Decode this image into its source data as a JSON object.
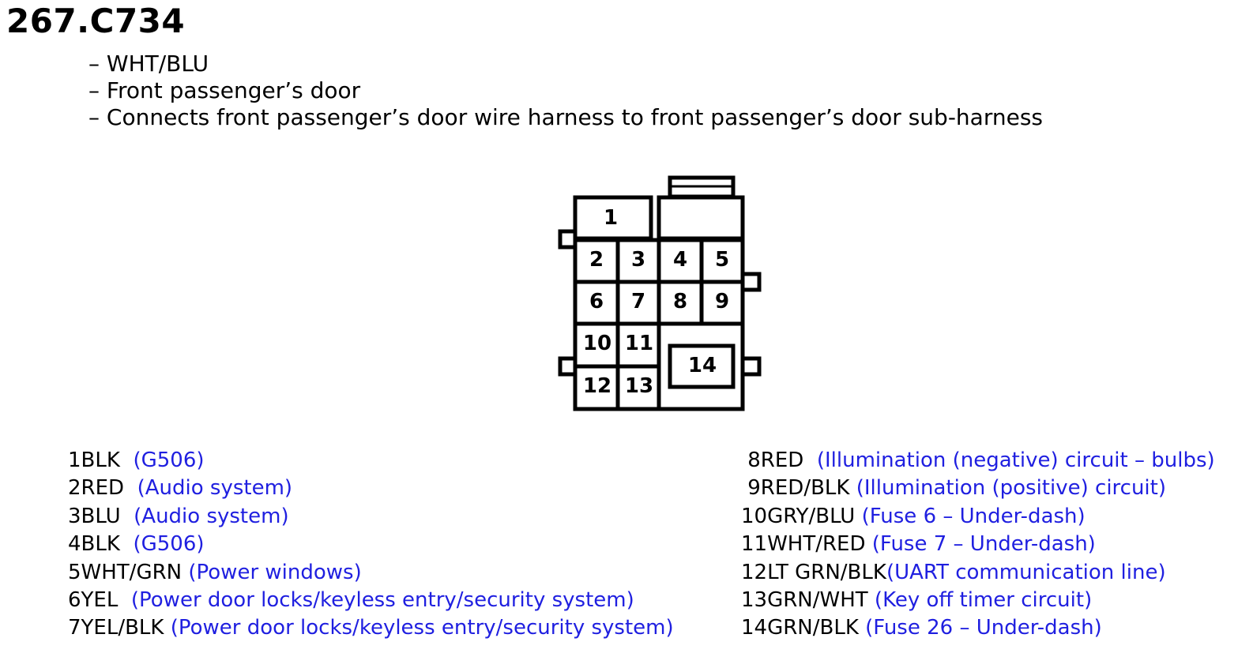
{
  "title": "267.C734",
  "description": [
    "– WHT/BLU",
    "– Front passenger’s door",
    "– Connects front passenger’s door wire harness to front passenger’s door sub-harness"
  ],
  "connector": {
    "pin_labels": [
      "1",
      "2",
      "3",
      "4",
      "5",
      "6",
      "7",
      "8",
      "9",
      "10",
      "11",
      "12",
      "13",
      "14"
    ]
  },
  "pins_left": [
    {
      "id": "1BLK",
      "gap": "  ",
      "circuit": "(G506)"
    },
    {
      "id": "2RED",
      "gap": "  ",
      "circuit": "(Audio system)"
    },
    {
      "id": "3BLU",
      "gap": "  ",
      "circuit": "(Audio system)"
    },
    {
      "id": "4BLK",
      "gap": "  ",
      "circuit": "(G506)"
    },
    {
      "id": "5WHT/GRN",
      "gap": " ",
      "circuit": "(Power windows)"
    },
    {
      "id": "6YEL",
      "gap": "  ",
      "circuit": "(Power door locks/keyless entry/security system)"
    },
    {
      "id": "7YEL/BLK",
      "gap": " ",
      "circuit": "(Power door locks/keyless entry/security system)"
    }
  ],
  "pins_right": [
    {
      "id": " 8RED",
      "gap": "  ",
      "circuit": "(Illumination (negative) circuit – bulbs)"
    },
    {
      "id": " 9RED/BLK",
      "gap": " ",
      "circuit": "(Illumination (positive) circuit)"
    },
    {
      "id": "10GRY/BLU",
      "gap": " ",
      "circuit": "(Fuse 6 – Under-dash)"
    },
    {
      "id": "11WHT/RED",
      "gap": " ",
      "circuit": "(Fuse 7 – Under-dash)"
    },
    {
      "id": "12LT GRN/BLK",
      "gap": "",
      "circuit": "(UART communication line)"
    },
    {
      "id": "13GRN/WHT",
      "gap": " ",
      "circuit": "(Key off timer circuit)"
    },
    {
      "id": "14GRN/BLK",
      "gap": " ",
      "circuit": "(Fuse 26 – Under-dash)"
    }
  ],
  "colors": {
    "text": "#000000",
    "circuit_link": "#1f1fe0",
    "outline": "#000000"
  }
}
